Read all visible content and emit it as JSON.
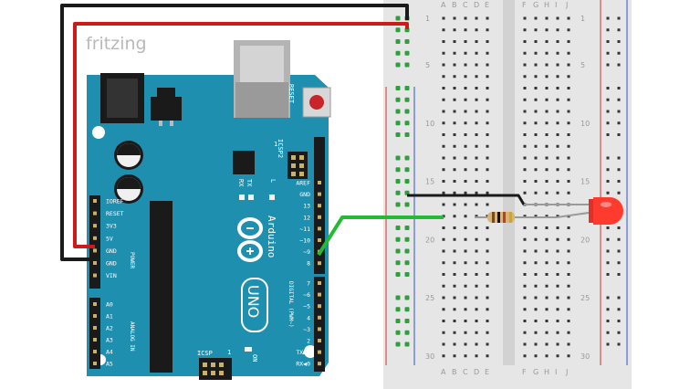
{
  "logo": {
    "text": "fritzing"
  },
  "board": {
    "brand": "Arduino",
    "model": "UNO",
    "reset_label": "RESET",
    "icsp2_label": "ICSP2",
    "icsp_label": "ICSP",
    "on_label": "ON",
    "tx_label": "TX",
    "rx_label": "RX",
    "l_label": "L",
    "power_group_label": "POWER",
    "analog_group_label": "ANALOG IN",
    "digital_group_label": "DIGITAL (PWM~)",
    "power_pins": [
      "IOREF",
      "RESET",
      "3V3",
      "5V",
      "GND",
      "GND",
      "VIN"
    ],
    "analog_pins": [
      "A0",
      "A1",
      "A2",
      "A3",
      "A4",
      "A5"
    ],
    "digital_pins_top": [
      "AREF",
      "GND",
      "13",
      "12",
      "~11",
      "~10",
      "~9",
      "8"
    ],
    "digital_pins_bottom": [
      "7",
      "~6",
      "~5",
      "4",
      "~3",
      "2",
      "TX▶1",
      "RX◀0"
    ],
    "header_marks": [
      "1",
      "1"
    ]
  },
  "breadboard": {
    "column_letters_left": [
      "A",
      "B",
      "C",
      "D",
      "E"
    ],
    "column_letters_right": [
      "F",
      "G",
      "H",
      "I",
      "J"
    ],
    "row_numbers": [
      "1",
      "5",
      "10",
      "15",
      "20",
      "25",
      "30"
    ]
  },
  "colors": {
    "board": "#1f8fb0",
    "wire_red": "#cc1b1b",
    "wire_black": "#1a1a1a",
    "wire_green": "#22bb33",
    "led": "#ff3b30",
    "rail_red": "#d23333",
    "rail_blue": "#3355cc"
  }
}
